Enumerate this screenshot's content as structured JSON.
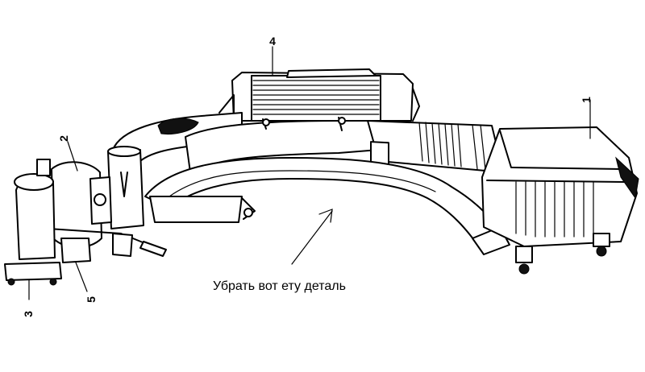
{
  "diagram": {
    "callouts": [
      {
        "id": "1",
        "label": "1"
      },
      {
        "id": "2",
        "label": "2"
      },
      {
        "id": "3",
        "label": "3"
      },
      {
        "id": "4",
        "label": "4"
      },
      {
        "id": "5",
        "label": "5"
      }
    ],
    "annotation": "Убрать вот ету деталь"
  }
}
